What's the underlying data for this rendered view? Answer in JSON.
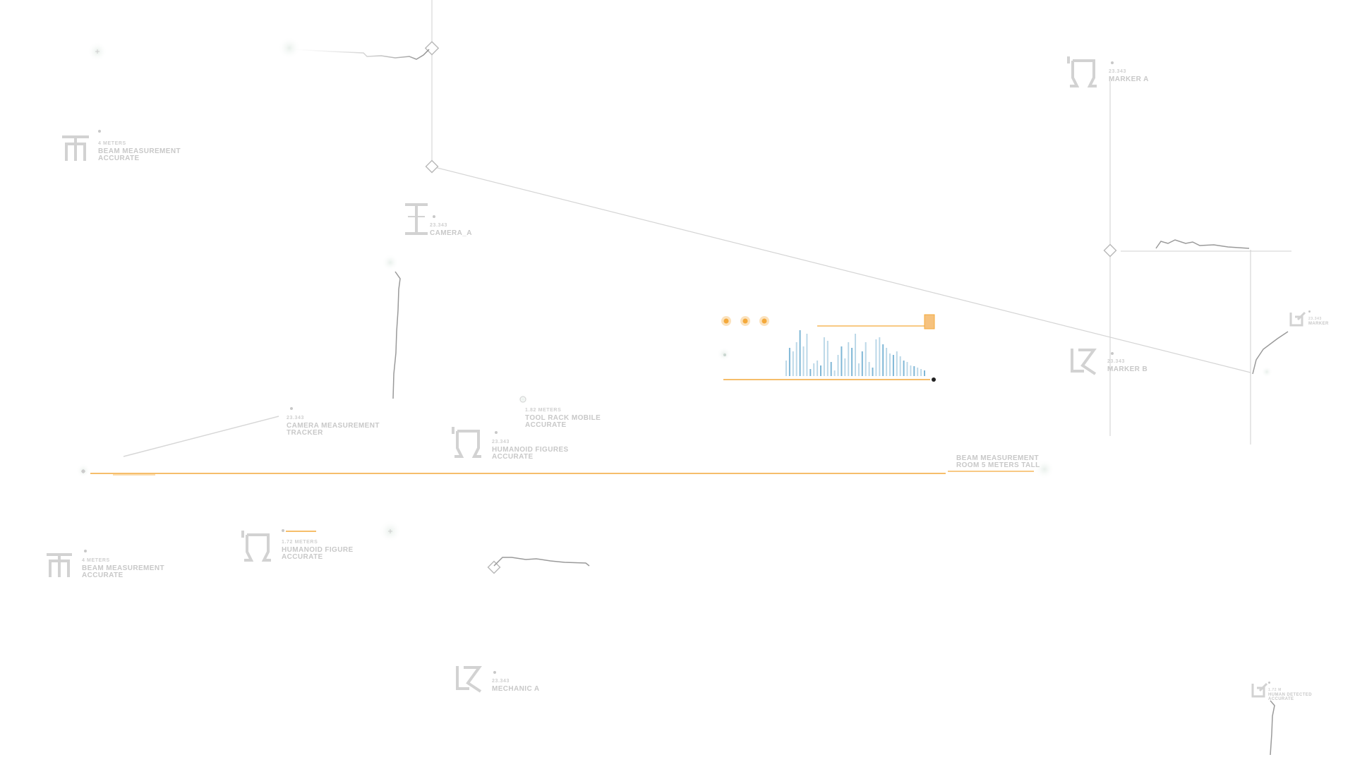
{
  "colors": {
    "accent": "#f4a93a",
    "line": "#c9c9c9",
    "text": "#c8c8c8",
    "bars_dark": "#7fb7d6",
    "bars_light": "#bcd8e8"
  },
  "labels": {
    "beam_top_left": {
      "value": "4 METERS",
      "line1": "BEAM MEASUREMENT",
      "line2": "ACCURATE",
      "icon": "beam-icon"
    },
    "camera_a": {
      "value": "23.343",
      "line1": "CAMERA_A",
      "icon": "i-beam-icon"
    },
    "marker_a": {
      "value": "23.343",
      "line1": "MARKER A",
      "icon": "omega-figure-icon"
    },
    "marker_b": {
      "value": "23.343",
      "line1": "MARKER B",
      "icon": "lx-icon"
    },
    "camera_tracker": {
      "value": "23.343",
      "line1": "CAMERA MEASUREMENT",
      "line2": "TRACKER"
    },
    "tool_rack": {
      "value": "1.82 METERS",
      "line1": "TOOL RACK MOBILE",
      "line2": "ACCURATE"
    },
    "humanoid_figures": {
      "value": "23.343",
      "line1": "HUMANOID FIGURES",
      "line2": "ACCURATE",
      "icon": "omega-figure-icon"
    },
    "beam_room": {
      "line1": "BEAM MEASUREMENT",
      "line2": "ROOM 5 METERS TALL"
    },
    "beam_bottom_left": {
      "value": "4 METERS",
      "line1": "BEAM MEASUREMENT",
      "line2": "ACCURATE",
      "icon": "beam-icon"
    },
    "humanoid_figure": {
      "value": "1.72 METERS",
      "line1": "HUMANOID FIGURE",
      "line2": "ACCURATE",
      "icon": "omega-figure-icon"
    },
    "mechanic_a": {
      "value": "23.343",
      "line1": "MECHANIC A",
      "icon": "lx-icon"
    },
    "right_marker": {
      "value": "23.343",
      "line1": "MARKER",
      "icon": "corner-arrow-icon"
    },
    "human_detected": {
      "value": "1.72 M",
      "line1": "HUMAN DETECTED",
      "line2": "ACCURATE",
      "icon": "corner-arrow-icon"
    }
  },
  "widget": {
    "dots": 3,
    "slider_level": 1.0,
    "bars": [
      22,
      40,
      35,
      48,
      65,
      42,
      60,
      10,
      18,
      22,
      15,
      55,
      50,
      20,
      8,
      30,
      42,
      25,
      48,
      40,
      60,
      18,
      35,
      48,
      20,
      12,
      52,
      55,
      45,
      40,
      32,
      30,
      35,
      28,
      22,
      20,
      15,
      14,
      12,
      10,
      8
    ]
  }
}
